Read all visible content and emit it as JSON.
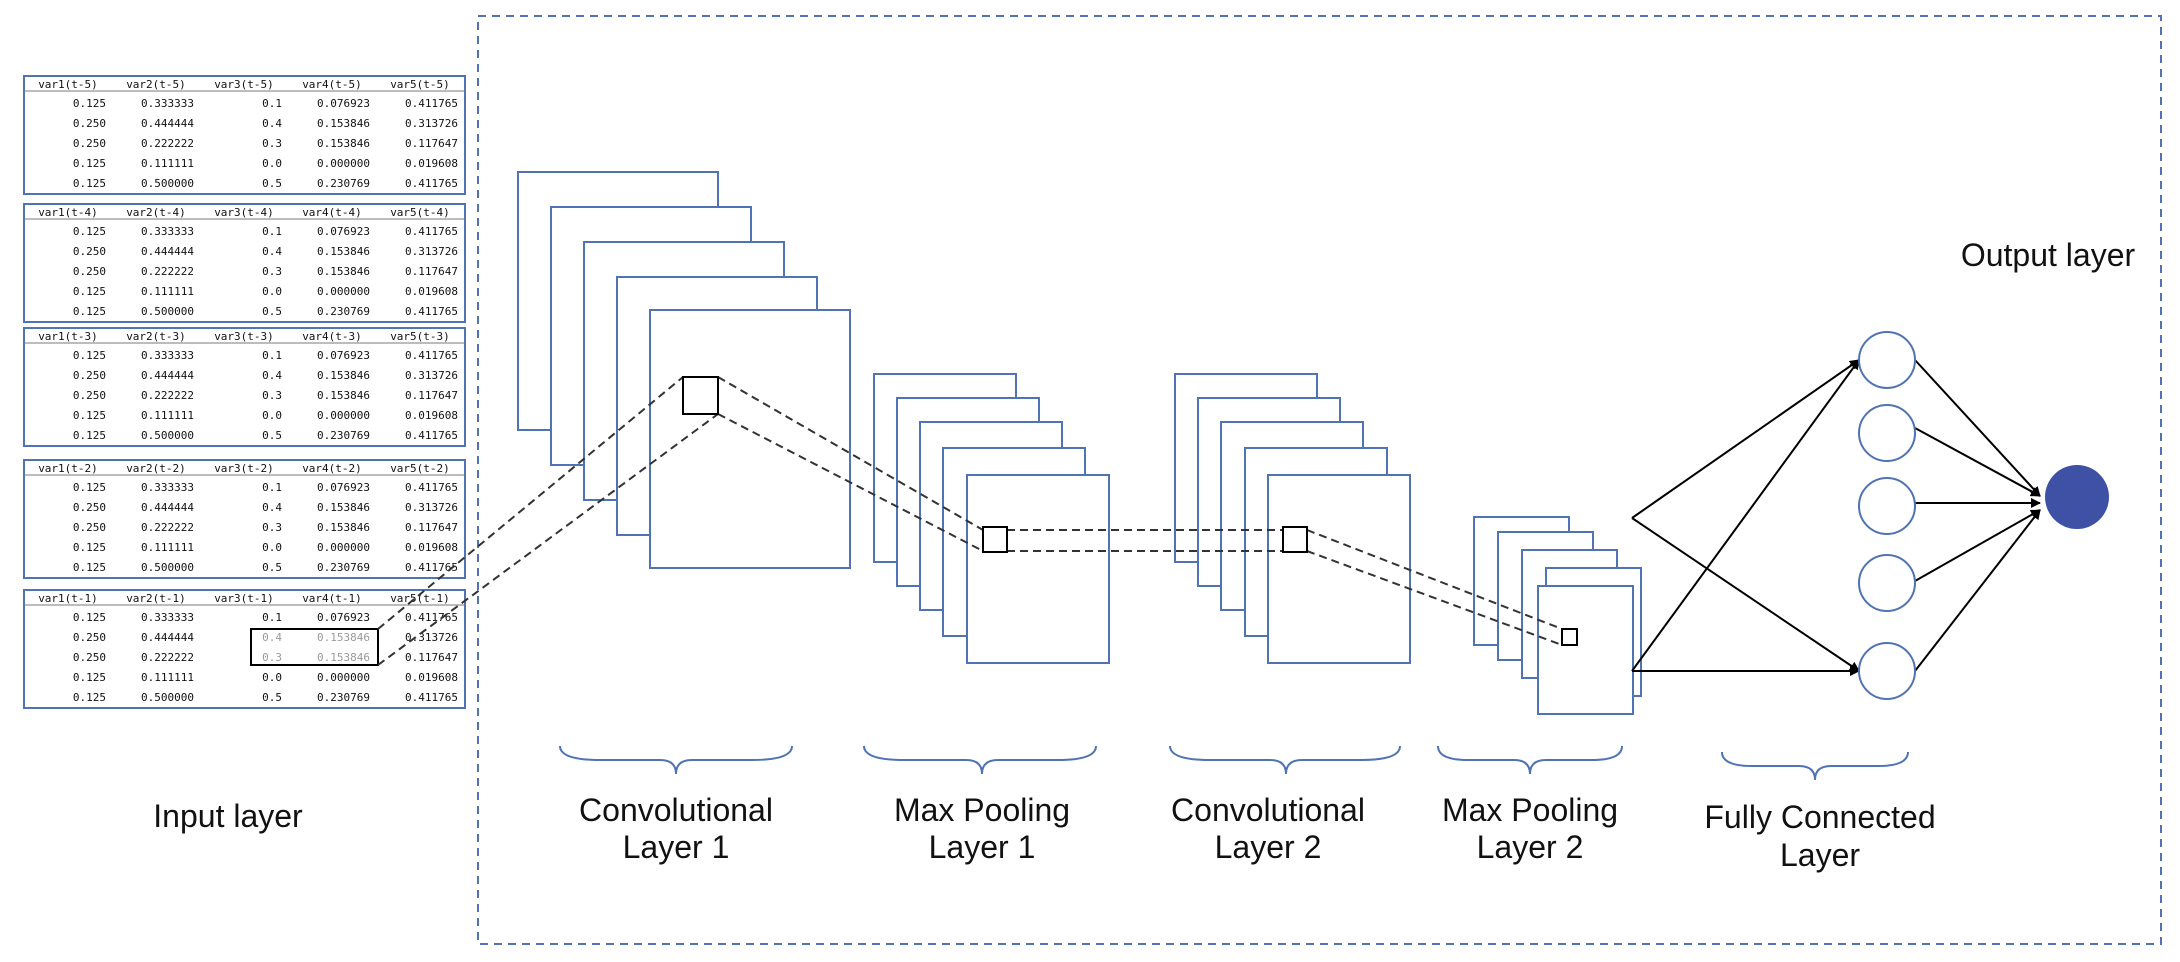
{
  "colors": {
    "frame": "#4f73b3",
    "line": "#000000",
    "output_node": "#3f51a4",
    "text": "#111111"
  },
  "input_tables": [
    {
      "headers": [
        "var1(t-5)",
        "var2(t-5)",
        "var3(t-5)",
        "var4(t-5)",
        "var5(t-5)"
      ],
      "rows": [
        [
          "0.125",
          "0.333333",
          "0.1",
          "0.076923",
          "0.411765"
        ],
        [
          "0.250",
          "0.444444",
          "0.4",
          "0.153846",
          "0.313726"
        ],
        [
          "0.250",
          "0.222222",
          "0.3",
          "0.153846",
          "0.117647"
        ],
        [
          "0.125",
          "0.111111",
          "0.0",
          "0.000000",
          "0.019608"
        ],
        [
          "0.125",
          "0.500000",
          "0.5",
          "0.230769",
          "0.411765"
        ]
      ]
    },
    {
      "headers": [
        "var1(t-4)",
        "var2(t-4)",
        "var3(t-4)",
        "var4(t-4)",
        "var5(t-4)"
      ],
      "rows": [
        [
          "0.125",
          "0.333333",
          "0.1",
          "0.076923",
          "0.411765"
        ],
        [
          "0.250",
          "0.444444",
          "0.4",
          "0.153846",
          "0.313726"
        ],
        [
          "0.250",
          "0.222222",
          "0.3",
          "0.153846",
          "0.117647"
        ],
        [
          "0.125",
          "0.111111",
          "0.0",
          "0.000000",
          "0.019608"
        ],
        [
          "0.125",
          "0.500000",
          "0.5",
          "0.230769",
          "0.411765"
        ]
      ]
    },
    {
      "headers": [
        "var1(t-3)",
        "var2(t-3)",
        "var3(t-3)",
        "var4(t-3)",
        "var5(t-3)"
      ],
      "rows": [
        [
          "0.125",
          "0.333333",
          "0.1",
          "0.076923",
          "0.411765"
        ],
        [
          "0.250",
          "0.444444",
          "0.4",
          "0.153846",
          "0.313726"
        ],
        [
          "0.250",
          "0.222222",
          "0.3",
          "0.153846",
          "0.117647"
        ],
        [
          "0.125",
          "0.111111",
          "0.0",
          "0.000000",
          "0.019608"
        ],
        [
          "0.125",
          "0.500000",
          "0.5",
          "0.230769",
          "0.411765"
        ]
      ]
    },
    {
      "headers": [
        "var1(t-2)",
        "var2(t-2)",
        "var3(t-2)",
        "var4(t-2)",
        "var5(t-2)"
      ],
      "rows": [
        [
          "0.125",
          "0.333333",
          "0.1",
          "0.076923",
          "0.411765"
        ],
        [
          "0.250",
          "0.444444",
          "0.4",
          "0.153846",
          "0.313726"
        ],
        [
          "0.250",
          "0.222222",
          "0.3",
          "0.153846",
          "0.117647"
        ],
        [
          "0.125",
          "0.111111",
          "0.0",
          "0.000000",
          "0.019608"
        ],
        [
          "0.125",
          "0.500000",
          "0.5",
          "0.230769",
          "0.411765"
        ]
      ]
    },
    {
      "headers": [
        "var1(t-1)",
        "var2(t-1)",
        "var3(t-1)",
        "var4(t-1)",
        "var5(t-1)"
      ],
      "rows": [
        [
          "0.125",
          "0.333333",
          "0.1",
          "0.076923",
          "0.411765"
        ],
        [
          "0.250",
          "0.444444",
          "0.4",
          "0.153846",
          "0.313726"
        ],
        [
          "0.250",
          "0.222222",
          "0.3",
          "0.153846",
          "0.117647"
        ],
        [
          "0.125",
          "0.111111",
          "0.0",
          "0.000000",
          "0.019608"
        ],
        [
          "0.125",
          "0.500000",
          "0.5",
          "0.230769",
          "0.411765"
        ]
      ]
    }
  ],
  "labels": {
    "input": "Input layer",
    "conv1": [
      "Convolutional",
      "Layer 1"
    ],
    "pool1": [
      "Max Pooling",
      "Layer 1"
    ],
    "conv2": [
      "Convolutional",
      "Layer 2"
    ],
    "pool2": [
      "Max Pooling",
      "Layer 2"
    ],
    "fc": [
      "Fully Connected",
      "Layer"
    ],
    "output": "Output layer"
  }
}
